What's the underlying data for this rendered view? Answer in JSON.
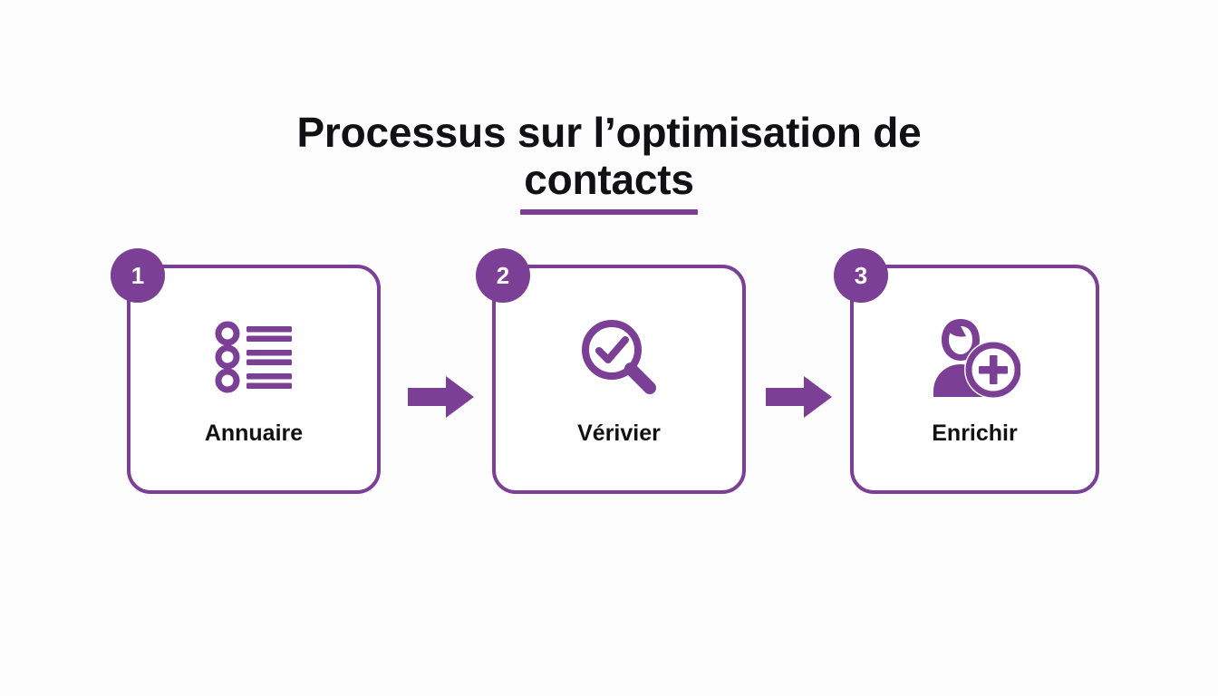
{
  "slide": {
    "background_color": "#fdfdfe",
    "accent_color": "#7b3f96",
    "text_color": "#111113",
    "title": {
      "line1": "Processus sur l’optimisation de",
      "line2_plain": "",
      "line2_underlined": "contacts"
    }
  },
  "steps": [
    {
      "number": "1",
      "label": "Annuaire",
      "icon": "list-bullets-icon"
    },
    {
      "number": "2",
      "label": "Vérivier",
      "icon": "magnifier-check-icon"
    },
    {
      "number": "3",
      "label": "Enrichir",
      "icon": "add-user-icon"
    }
  ],
  "connectors": [
    {
      "name": "arrow-step1-to-step2",
      "direction": "right"
    },
    {
      "name": "arrow-step2-to-step3",
      "direction": "right"
    }
  ]
}
